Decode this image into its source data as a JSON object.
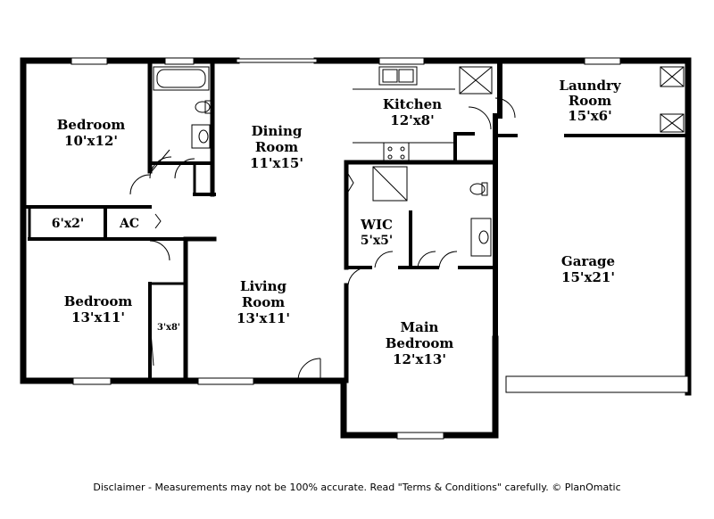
{
  "rooms": {
    "bedroom_top": {
      "name": "Bedroom",
      "size": "10'x12'"
    },
    "closet_small": {
      "size": "6'x2'"
    },
    "ac": {
      "name": "AC"
    },
    "bedroom_bottom": {
      "name": "Bedroom",
      "size": "13'x11'"
    },
    "closet_side": {
      "size": "3'x8'"
    },
    "dining": {
      "name_line1": "Dining",
      "name_line2": "Room",
      "size": "11'x15'"
    },
    "living": {
      "name_line1": "Living",
      "name_line2": "Room",
      "size": "13'x11'"
    },
    "kitchen": {
      "name": "Kitchen",
      "size": "12'x8'"
    },
    "wic": {
      "name": "WIC",
      "size": "5'x5'"
    },
    "main_bedroom": {
      "name_line1": "Main",
      "name_line2": "Bedroom",
      "size": "12'x13'"
    },
    "laundry": {
      "name_line1": "Laundry",
      "name_line2": "Room",
      "size": "15'x6'"
    },
    "garage": {
      "name": "Garage",
      "size": "15'x21'"
    }
  },
  "disclaimer": "Disclaimer - Measurements may not be 100% accurate. Read \"Terms & Conditions\" carefully. © PlanOmatic"
}
